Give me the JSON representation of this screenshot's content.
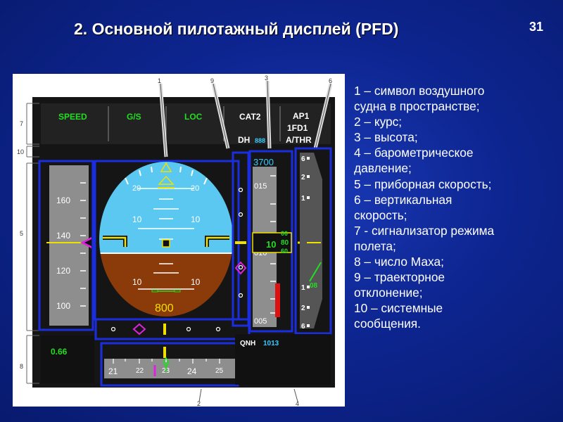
{
  "slide": {
    "title": "2. Основной пилотажный дисплей (PFD)",
    "number": "31"
  },
  "pfd": {
    "callouts": {
      "top": [
        "1",
        "9",
        "3",
        "6"
      ],
      "left": [
        "7",
        "10",
        "5",
        "8"
      ],
      "bottom": [
        "2",
        "4"
      ]
    },
    "fma": {
      "speed": "SPEED",
      "gs": "G/S",
      "loc": "LOC",
      "cat": "CAT2",
      "dh_label": "DH",
      "dh_value": "888",
      "ap": "AP1",
      "fd": "1FD1",
      "athr": "A/THR"
    },
    "speed_tape": [
      "160",
      "140",
      "120",
      "100"
    ],
    "attitude": {
      "pitch_top": [
        "20",
        "20"
      ],
      "pitch_up": [
        "10",
        "10"
      ],
      "pitch_down": [
        "10",
        "10"
      ],
      "radio_altitude": "800"
    },
    "altitude_tape": {
      "selected": "3700",
      "labels": [
        "015",
        "010",
        "005"
      ],
      "current": "10",
      "drum": [
        "00",
        "80",
        "60"
      ]
    },
    "vs_scale": [
      "6",
      "2",
      "1",
      "1",
      "2",
      "6"
    ],
    "vs_readout": "08",
    "mach": "0.66",
    "qnh_label": "QNH",
    "qnh_value": "1013",
    "heading": [
      "21",
      "22",
      "23",
      "24",
      "25"
    ],
    "colors": {
      "sky": "#5ac8f0",
      "ground": "#8b3a0a",
      "frame": "#1a2ee0",
      "green": "#22dd22",
      "magenta": "#dd22dd",
      "yellow": "#f0e000",
      "cyan": "#33ccff"
    }
  },
  "legend": {
    "lines": [
      "1 – символ воздушного",
      "судна в пространстве;",
      "2 – курс;",
      "3 – высота;",
      "4 – барометрическое",
      "давление;",
      "5 – приборная скорость;",
      "6 – вертикальная",
      "скорость;",
      "7 - сигнализатор режима",
      "полета;",
      "8 – число Маха;",
      "9 – траекторное",
      "отклонение;",
      "10 – системные",
      "сообщения."
    ]
  }
}
